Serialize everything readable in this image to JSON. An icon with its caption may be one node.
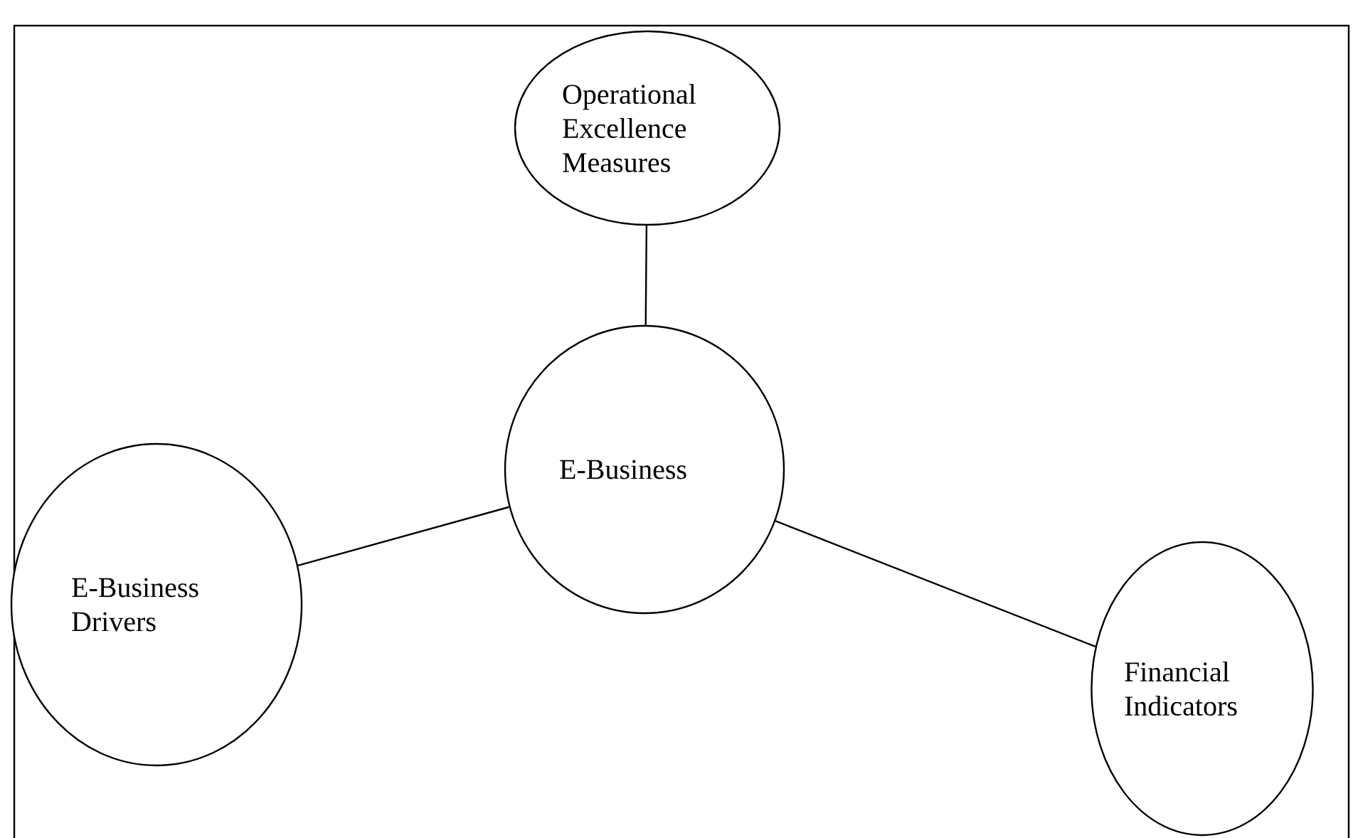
{
  "diagram": {
    "nodes": [
      {
        "text": [
          "Operational Excellence Measures"
        ]
      },
      {
        "text": [
          "E-Business"
        ]
      },
      {
        "text": [
          "E-Business Drivers"
        ]
      },
      {
        "text": [
          "Financial Indicators"
        ]
      }
    ],
    "edges": [
      {
        "from": 0,
        "to": 1,
        "arrow": "none"
      },
      {
        "from": 1,
        "to": 2,
        "arrow": "none"
      },
      {
        "from": 1,
        "to": 3,
        "arrow": "none"
      }
    ]
  }
}
